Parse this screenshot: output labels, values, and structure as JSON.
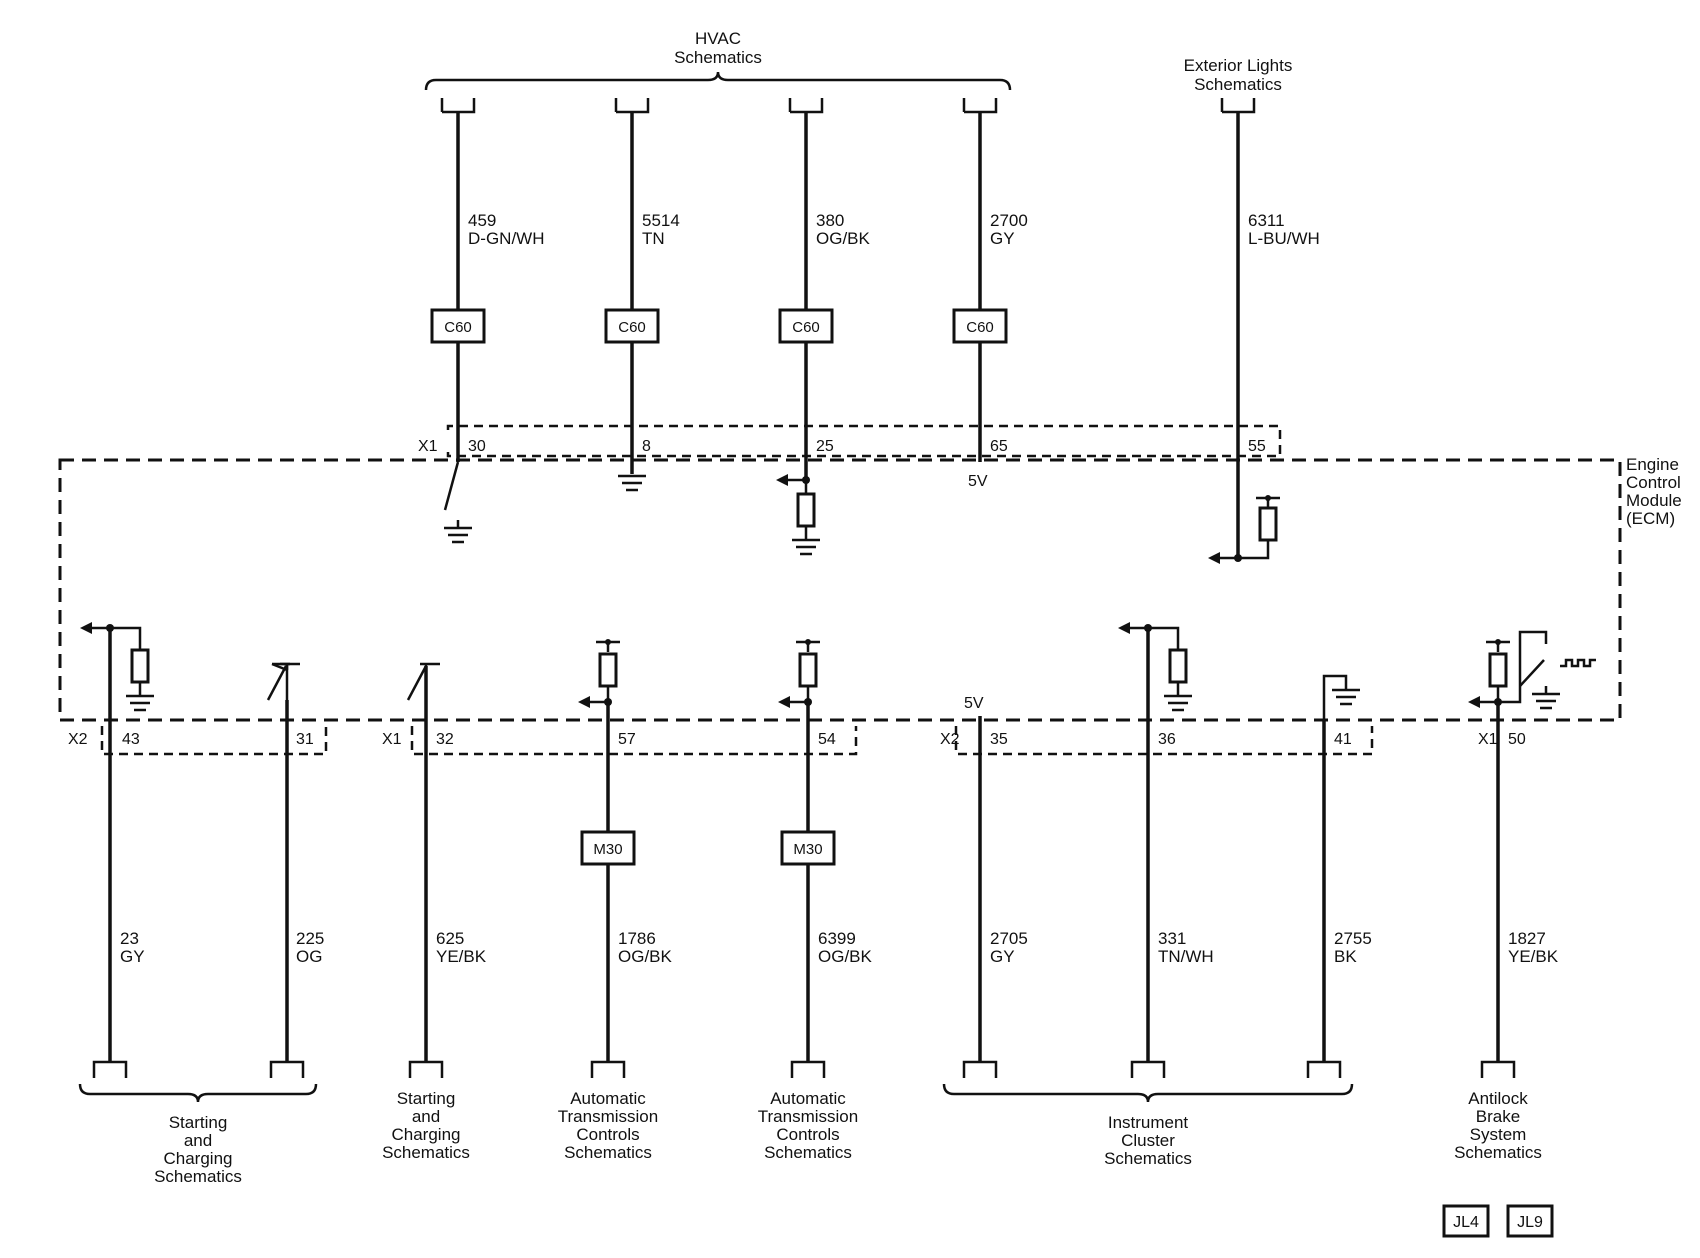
{
  "groups": {
    "hvac": [
      "HVAC",
      "Schematics"
    ],
    "exterior": [
      "Exterior Lights",
      "Schematics"
    ],
    "ecm": [
      "Engine",
      "Control",
      "Module",
      "(ECM)"
    ],
    "start1": [
      "Starting",
      "and",
      "Charging",
      "Schematics"
    ],
    "start2": [
      "Starting",
      "and",
      "Charging",
      "Schematics"
    ],
    "trans1": [
      "Automatic",
      "Transmission",
      "Controls",
      "Schematics"
    ],
    "trans2": [
      "Automatic",
      "Transmission",
      "Controls",
      "Schematics"
    ],
    "cluster": [
      "Instrument",
      "Cluster",
      "Schematics"
    ],
    "abs": [
      "Antilock",
      "Brake",
      "System",
      "Schematics"
    ]
  },
  "connectors": {
    "x1": "X1",
    "x2": "X2",
    "c60": "C60",
    "m30": "M30"
  },
  "voltage": "5V",
  "top_circuits": [
    {
      "circuit": "459",
      "color": "D-GN/WH",
      "pin": "30",
      "splice": "C60"
    },
    {
      "circuit": "5514",
      "color": "TN",
      "pin": "8",
      "splice": "C60"
    },
    {
      "circuit": "380",
      "color": "OG/BK",
      "pin": "25",
      "splice": "C60"
    },
    {
      "circuit": "2700",
      "color": "GY",
      "pin": "65",
      "splice": "C60"
    },
    {
      "circuit": "6311",
      "color": "L-BU/WH",
      "pin": "55"
    }
  ],
  "bottom_circuits": [
    {
      "circuit": "23",
      "color": "GY",
      "pin": "43"
    },
    {
      "circuit": "225",
      "color": "OG",
      "pin": "31"
    },
    {
      "circuit": "625",
      "color": "YE/BK",
      "pin": "32"
    },
    {
      "circuit": "1786",
      "color": "OG/BK",
      "pin": "57",
      "splice": "M30"
    },
    {
      "circuit": "6399",
      "color": "OG/BK",
      "pin": "54",
      "splice": "M30"
    },
    {
      "circuit": "2705",
      "color": "GY",
      "pin": "35"
    },
    {
      "circuit": "331",
      "color": "TN/WH",
      "pin": "36"
    },
    {
      "circuit": "2755",
      "color": "BK",
      "pin": "41"
    },
    {
      "circuit": "1827",
      "color": "YE/BK",
      "pin": "50"
    }
  ],
  "option_tags": [
    "JL4",
    "JL9"
  ]
}
